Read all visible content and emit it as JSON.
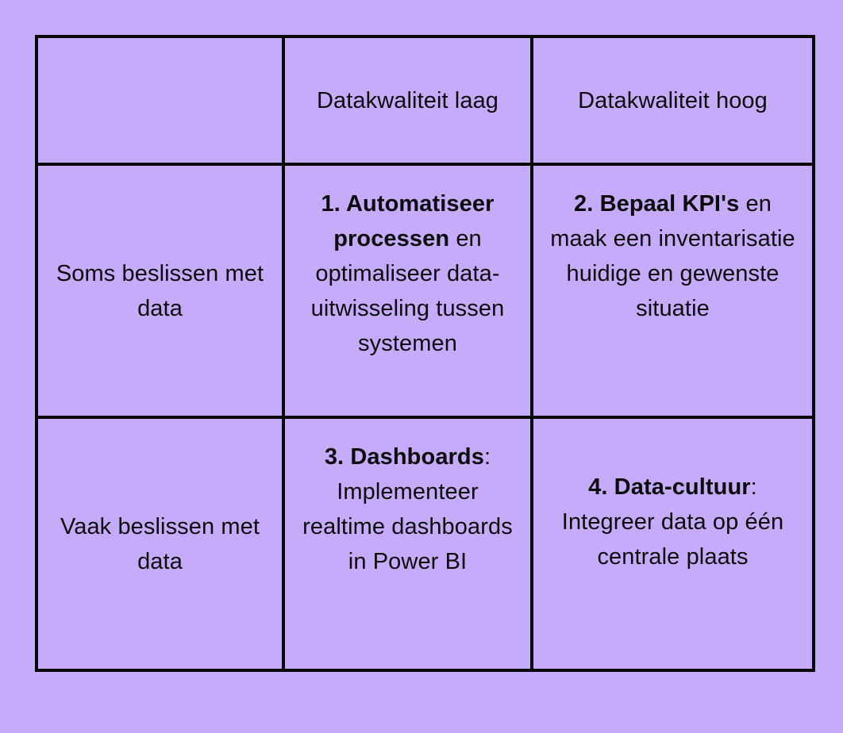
{
  "theme": {
    "background_color": "#c6abfa",
    "cell_background_color": "#c6abfa",
    "border_color": "#070707",
    "text_color": "#0b0b0b"
  },
  "matrix": {
    "corner_cell": "",
    "column_headers": [
      "Datakwaliteit laag",
      "Datakwaliteit hoog"
    ],
    "row_headers": [
      "Soms beslissen met data",
      "Vaak beslissen met data"
    ],
    "cells": [
      {
        "id": "q1",
        "row": "Soms beslissen met data",
        "column": "Datakwaliteit laag",
        "lead": "1. Automatiseer processen",
        "rest": " en optimaliseer data-uitwisseling tussen systemen",
        "full_text": "1. Automatiseer processen en optimaliseer data-uitwisseling tussen systemen"
      },
      {
        "id": "q2",
        "row": "Soms beslissen met data",
        "column": "Datakwaliteit hoog",
        "lead": "2. Bepaal KPI's",
        "rest": " en maak een inventarisatie huidige en gewenste situatie",
        "full_text": "2. Bepaal KPI's en maak een inventarisatie huidige en gewenste situatie"
      },
      {
        "id": "q3",
        "row": "Vaak beslissen met data",
        "column": "Datakwaliteit laag",
        "lead": "3. Dashboards",
        "rest": ": Implementeer realtime dashboards in Power BI",
        "full_text": "3. Dashboards: Implementeer realtime dashboards in Power BI"
      },
      {
        "id": "q4",
        "row": "Vaak beslissen met data",
        "column": "Datakwaliteit hoog",
        "lead": "4. Data-cultuur",
        "rest": ": Integreer data op één centrale plaats",
        "full_text": "4. Data-cultuur: Integreer data op één centrale plaats"
      }
    ]
  }
}
